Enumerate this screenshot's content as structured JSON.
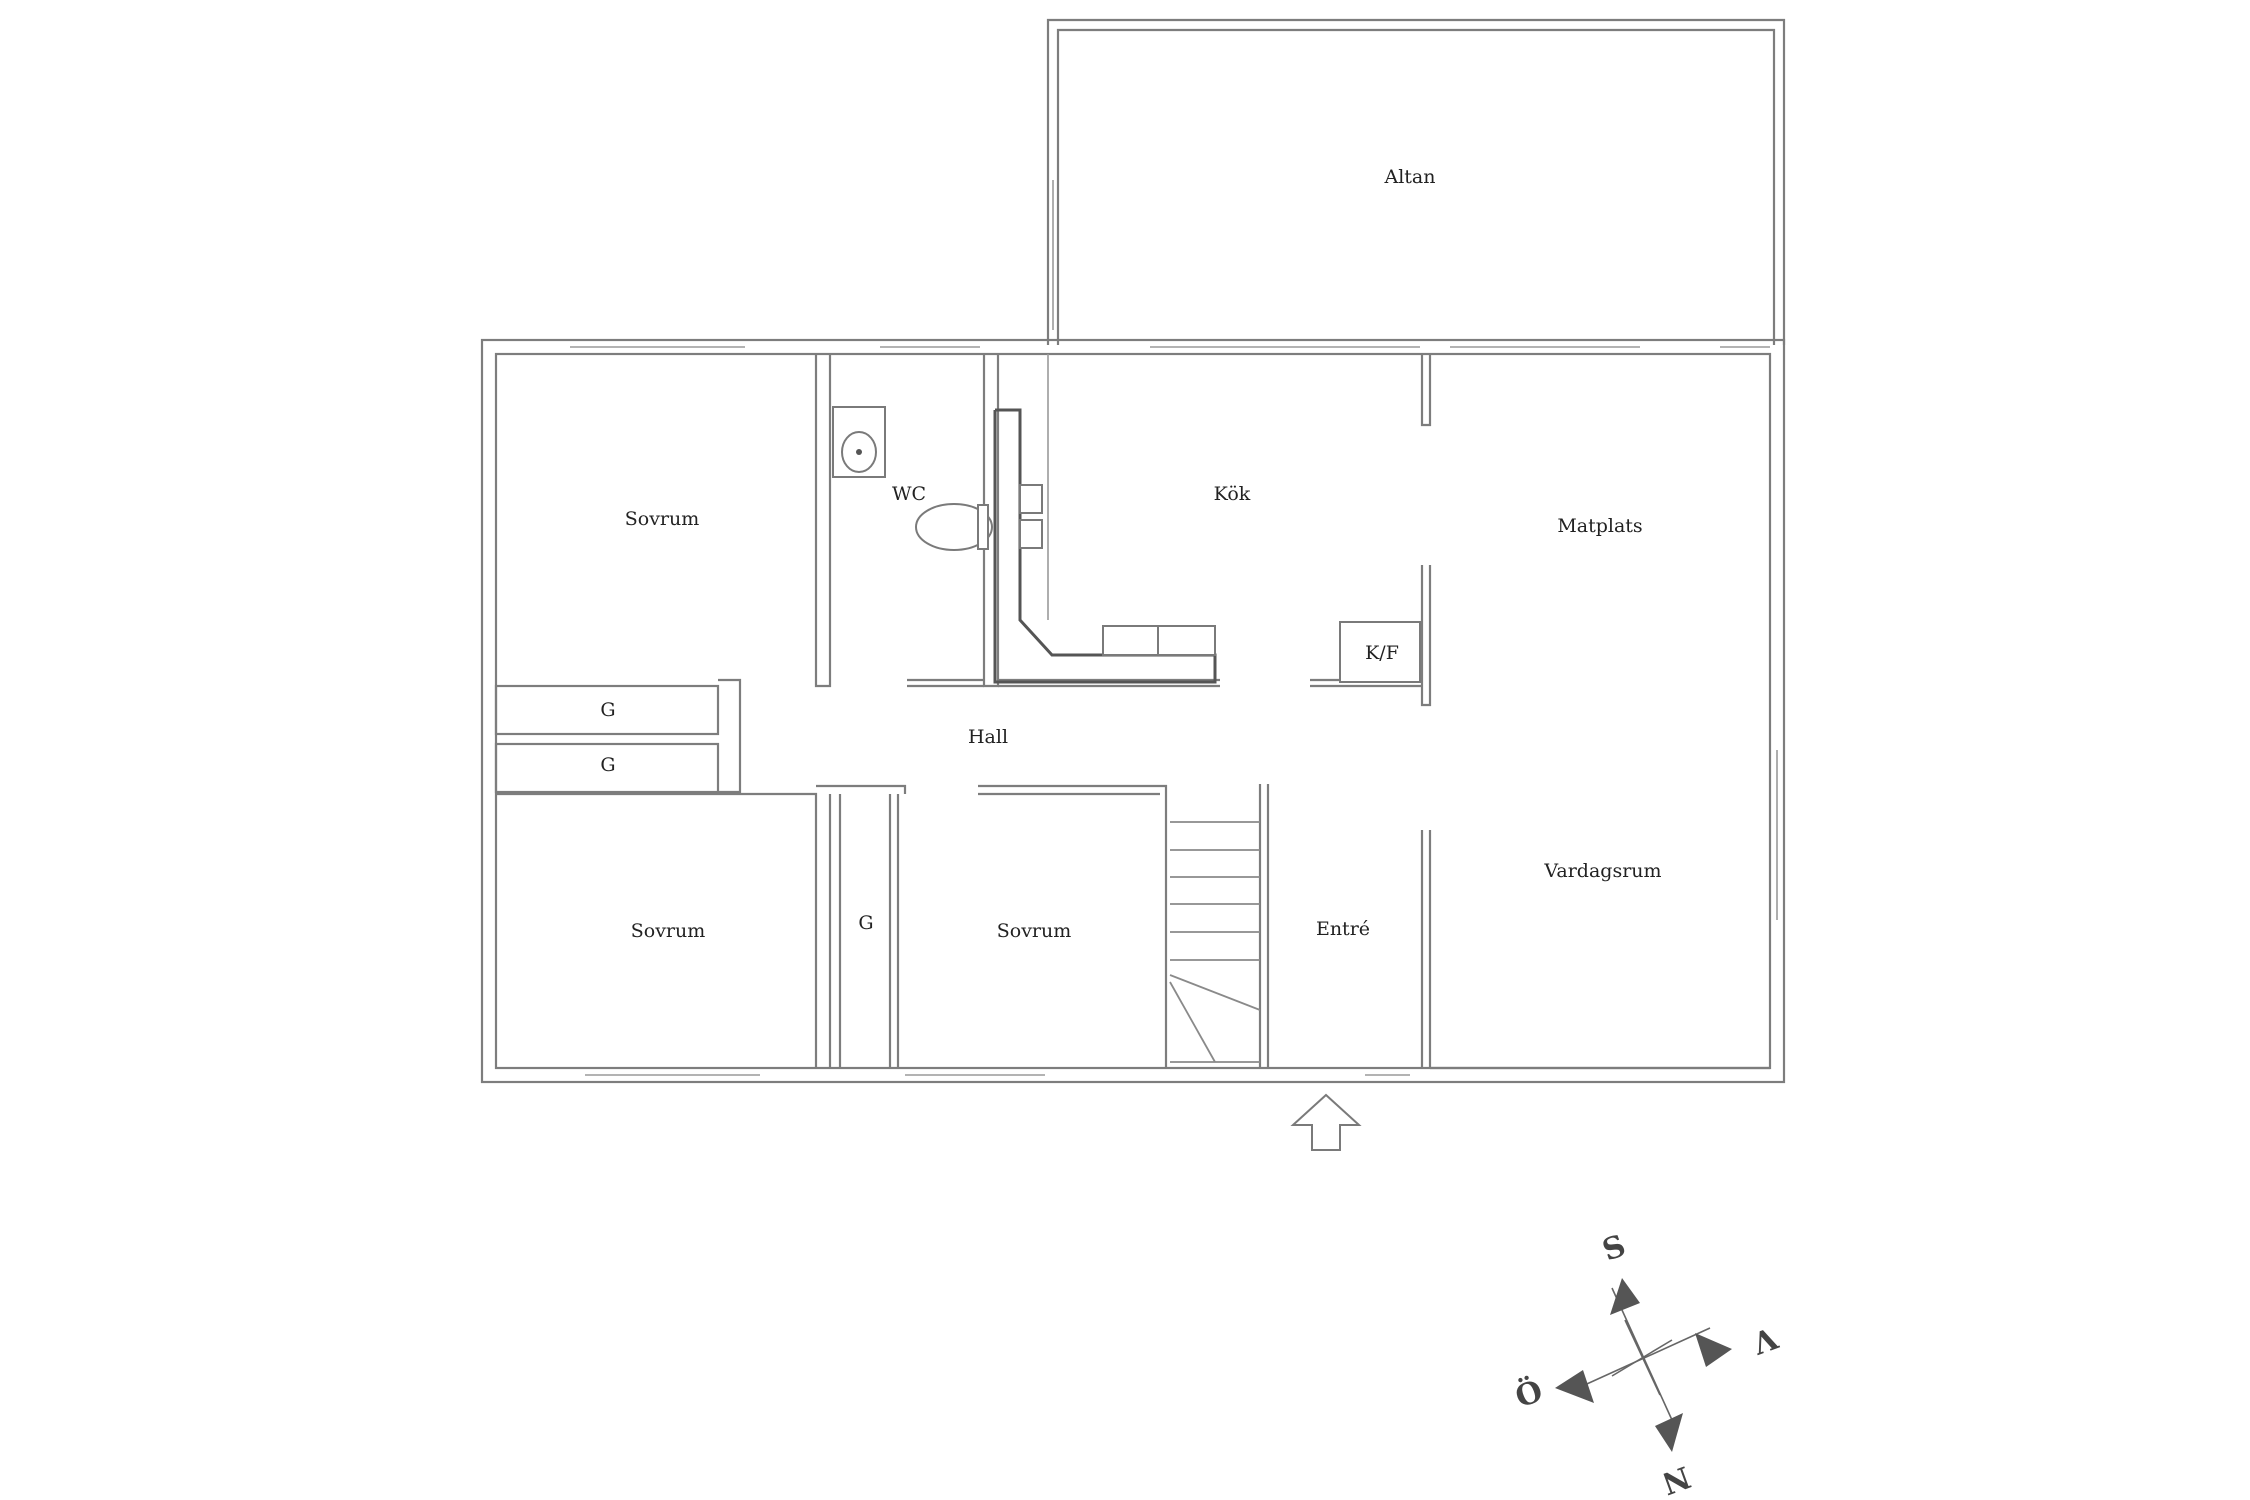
{
  "rooms": {
    "altan": "Altan",
    "sovrum_top": "Sovrum",
    "wc": "WC",
    "kok": "Kök",
    "matplats": "Matplats",
    "kf": "K/F",
    "garderob_1": "G",
    "garderob_2": "G",
    "hall": "Hall",
    "sovrum_left": "Sovrum",
    "garderob_3": "G",
    "sovrum_mid": "Sovrum",
    "entre": "Entré",
    "vardagsrum": "Vardagsrum"
  },
  "compass": {
    "south": "S",
    "west": "V",
    "east": "Ö",
    "north": "N"
  },
  "colors": {
    "wall": "#7d7d7d",
    "text": "#222222",
    "compass": "#555555"
  }
}
